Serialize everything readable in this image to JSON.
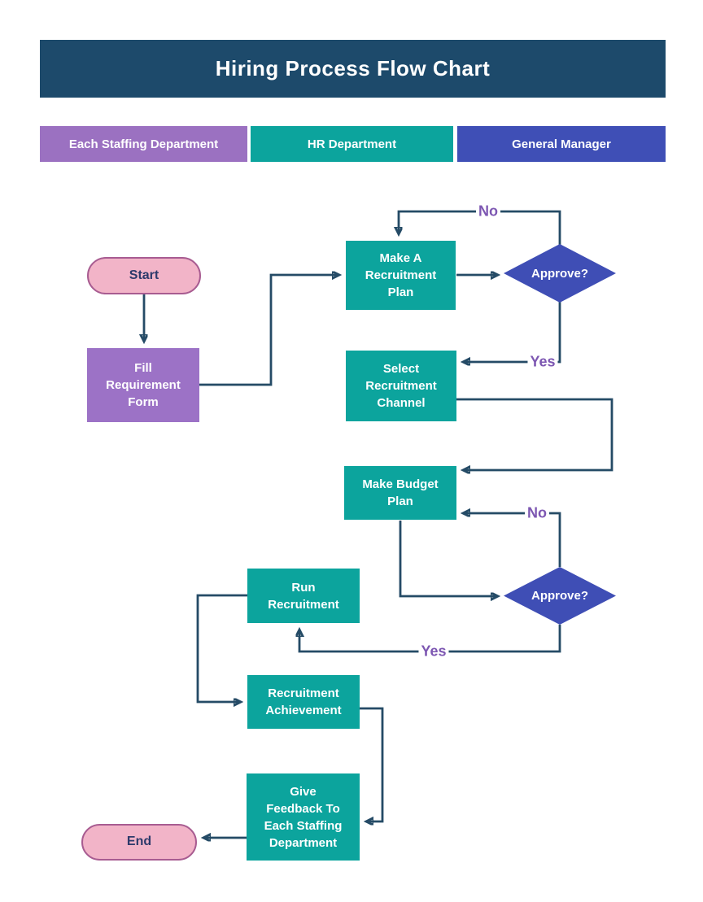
{
  "title": "Hiring Process Flow Chart",
  "lanes": [
    {
      "label": "Each Staffing Department",
      "color": "#9b71c1"
    },
    {
      "label": "HR Department",
      "color": "#0ca49d"
    },
    {
      "label": "General Manager",
      "color": "#3f4fb6"
    }
  ],
  "nodes": {
    "start": {
      "label": "Start",
      "type": "terminator",
      "lane": "Each Staffing Department"
    },
    "fill_requirement_form": {
      "label": "Fill\nRequirement\nForm",
      "type": "process",
      "lane": "Each Staffing Department"
    },
    "make_recruitment_plan": {
      "label": "Make A\nRecruitment\nPlan",
      "type": "process",
      "lane": "HR Department"
    },
    "approve_1": {
      "label": "Approve?",
      "type": "decision",
      "lane": "General Manager"
    },
    "select_recruitment_channel": {
      "label": "Select\nRecruitment\nChannel",
      "type": "process",
      "lane": "HR Department"
    },
    "make_budget_plan": {
      "label": "Make Budget\nPlan",
      "type": "process",
      "lane": "HR Department"
    },
    "approve_2": {
      "label": "Approve?",
      "type": "decision",
      "lane": "General Manager"
    },
    "run_recruitment": {
      "label": "Run\nRecruitment",
      "type": "process",
      "lane": "HR Department"
    },
    "recruitment_achievement": {
      "label": "Recruitment\nAchievement",
      "type": "process",
      "lane": "HR Department"
    },
    "give_feedback": {
      "label": "Give\nFeedback To\nEach Staffing\nDepartment",
      "type": "process",
      "lane": "HR Department"
    },
    "end": {
      "label": "End",
      "type": "terminator",
      "lane": "Each Staffing Department"
    }
  },
  "edges": [
    {
      "from": "start",
      "to": "fill_requirement_form",
      "label": ""
    },
    {
      "from": "fill_requirement_form",
      "to": "make_recruitment_plan",
      "label": ""
    },
    {
      "from": "make_recruitment_plan",
      "to": "approve_1",
      "label": ""
    },
    {
      "from": "approve_1",
      "to": "make_recruitment_plan",
      "label": "No"
    },
    {
      "from": "approve_1",
      "to": "select_recruitment_channel",
      "label": "Yes"
    },
    {
      "from": "select_recruitment_channel",
      "to": "make_budget_plan",
      "label": ""
    },
    {
      "from": "make_budget_plan",
      "to": "approve_2",
      "label": ""
    },
    {
      "from": "approve_2",
      "to": "make_budget_plan",
      "label": "No"
    },
    {
      "from": "approve_2",
      "to": "run_recruitment",
      "label": "Yes"
    },
    {
      "from": "run_recruitment",
      "to": "recruitment_achievement",
      "label": ""
    },
    {
      "from": "recruitment_achievement",
      "to": "give_feedback",
      "label": ""
    },
    {
      "from": "give_feedback",
      "to": "end",
      "label": ""
    }
  ],
  "colors": {
    "header_bg": "#1d4a6b",
    "lane_staffing_purple": "#9b71c1",
    "lane_hr_teal": "#0ca49d",
    "lane_gm_indigo": "#3f4fb6",
    "process_teal": "#0ca49d",
    "process_purple": "#9c72c6",
    "decision_indigo": "#3f4eb5",
    "terminator_pink_fill": "#f2b4c8",
    "terminator_pink_border": "#a85c91",
    "terminator_text": "#2d3a6b",
    "connector_navy": "#254b66",
    "edge_label_purple": "#7d57b2"
  }
}
